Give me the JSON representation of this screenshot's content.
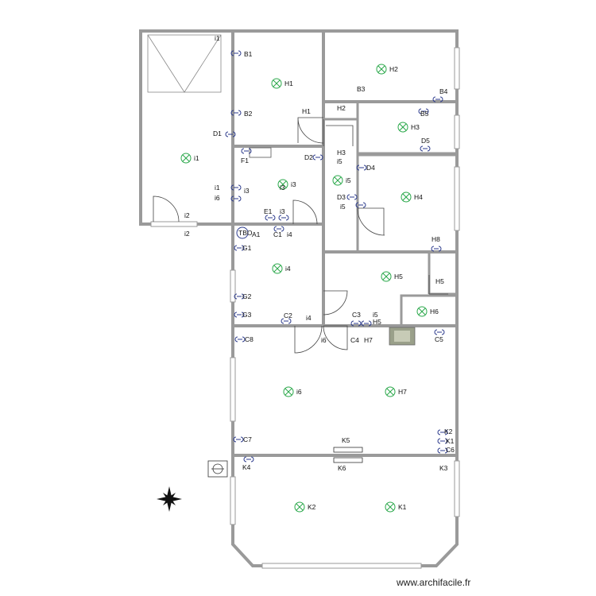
{
  "credit": "www.archifacile.fr",
  "colors": {
    "wall": "#9a9a9a",
    "light": "#2aa84a",
    "socket": "#2b3a8c",
    "switch": "#3a7a5a"
  },
  "icons": {
    "light": "light-fixture-icon",
    "socket": "power-socket-icon",
    "switch": "switch-icon",
    "compass": "compass-rose-icon",
    "panel": "electrical-panel-icon"
  },
  "lights": [
    "i1",
    "H1",
    "H2",
    "H3",
    "i3",
    "i5",
    "H4",
    "i4",
    "H5",
    "H6",
    "i6",
    "H7",
    "K2",
    "K1"
  ],
  "labels": [
    "i1",
    "B1",
    "B2",
    "H1",
    "D1",
    "i1",
    "i6",
    "i3",
    "i2",
    "i2",
    "F1",
    "D2",
    "i3",
    "E1",
    "i3",
    "C1",
    "i4",
    "A1",
    "G1",
    "G2",
    "G3",
    "C2",
    "i4",
    "B3",
    "H2",
    "B4",
    "B5",
    "D5",
    "H3",
    "i5",
    "D4",
    "D3",
    "i5",
    "H8",
    "H5",
    "C3",
    "i5",
    "H5",
    "C4",
    "H7",
    "C5",
    "C8",
    "i6",
    "C7",
    "K4",
    "K5",
    "K6",
    "K3",
    "K2",
    "K1",
    "C6"
  ]
}
